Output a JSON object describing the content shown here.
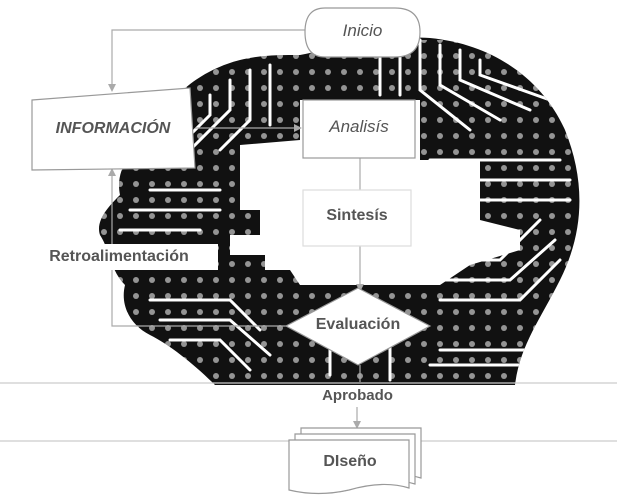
{
  "flowchart": {
    "start": "Inicio",
    "information": "INFORMACIÓN",
    "analysis": "Analisís",
    "synthesis": "Sintesís",
    "evaluation": "Evaluación",
    "feedback": "Retroalimentación",
    "approved": "Aprobado",
    "design": "DIseño"
  },
  "colors": {
    "circuit": "#111111",
    "box_border": "#999999",
    "text": "#555555",
    "line": "#aaaaaa"
  },
  "illustration": "circuit-board-head-icon"
}
